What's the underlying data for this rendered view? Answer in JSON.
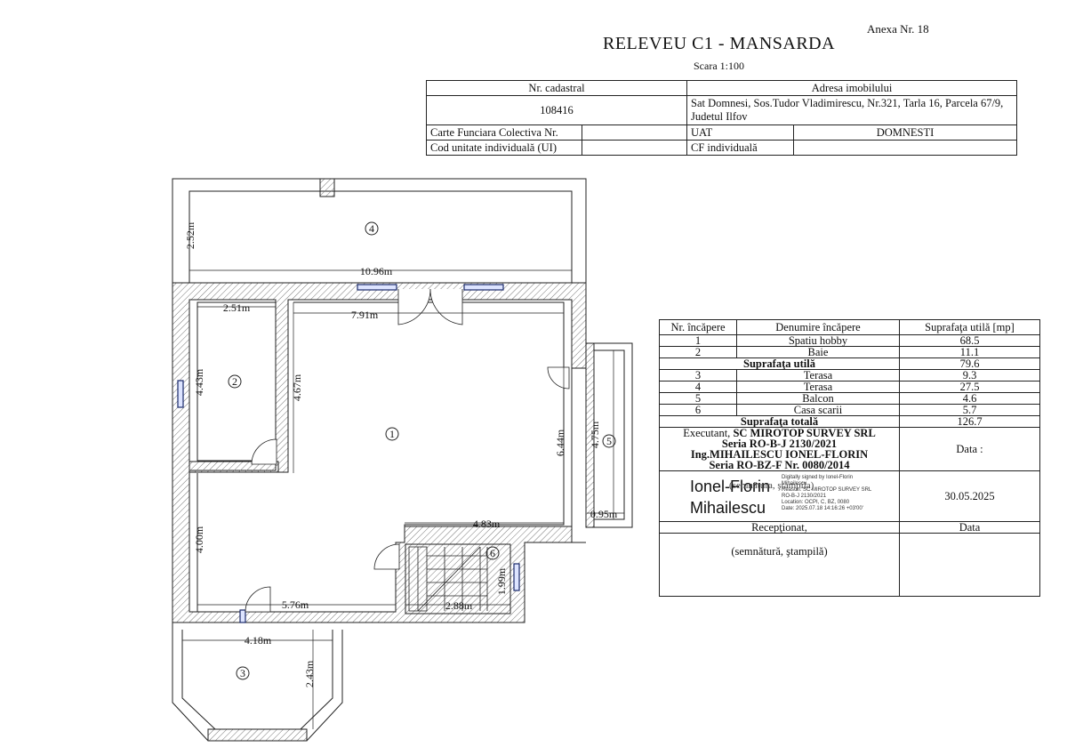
{
  "header": {
    "annex": "Anexa Nr. 18",
    "title": "RELEVEU C1 - MANSARDA",
    "scale": "Scara 1:100"
  },
  "info_table": {
    "cadastral_label": "Nr. cadastral",
    "cadastral_value": "108416",
    "address_label": "Adresa imobilului",
    "address_value": "Sat Domnesi, Sos.Tudor Vladimirescu, Nr.321, Tarla 16, Parcela 67/9, Judetul Ilfov",
    "cf_collective_label": "Carte Funciara Colectiva Nr.",
    "uat_label": "UAT",
    "uat_value": "DOMNESTI",
    "ui_label": "Cod unitate individuală (UI)",
    "cf_individual_label": "CF individuală"
  },
  "rooms_table": {
    "headers": [
      "Nr. încăpere",
      "Denumire încăpere",
      "Suprafaţa utilă [mp]"
    ],
    "rows_a": [
      {
        "nr": "1",
        "name": "Spatiu hobby",
        "area": "68.5"
      },
      {
        "nr": "2",
        "name": "Baie",
        "area": "11.1"
      }
    ],
    "useful_label": "Suprafaţa utilă",
    "useful_value": "79.6",
    "rows_b": [
      {
        "nr": "3",
        "name": "Terasa",
        "area": "9.3"
      },
      {
        "nr": "4",
        "name": "Terasa",
        "area": "27.5"
      },
      {
        "nr": "5",
        "name": "Balcon",
        "area": "4.6"
      },
      {
        "nr": "6",
        "name": "Casa scarii",
        "area": "5.7"
      }
    ],
    "total_label": "Suprafaţa totală",
    "total_value": "126.7",
    "executor_prefix": "Executant,",
    "executor_company": "SC MIROTOP SURVEY SRL",
    "executor_series": "Seria RO-B-J 2130/2021",
    "engineer": "Ing.MIHAILESCU IONEL-FLORIN",
    "engineer_series": "Seria RO-BZ-F Nr. 0080/2014",
    "date_label": "Data :",
    "signature_first": "Ionel-Florin",
    "signature_last": "Mihailescu",
    "signature_overlay": "(semnătura, ştampila)",
    "digital_sign": [
      "Digitally signed by Ionel-Florin",
      "Mihailescu",
      "Reason: SC MIROTOP SURVEY SRL",
      "RO-B-J 2130/2021",
      "Location: OCPI, C, BZ, 0080",
      "Date: 2025.07.18 14:16:26 +03'00'"
    ],
    "date_value": "30.05.2025",
    "received_label": "Recepţionat,",
    "received_date_label": "Data",
    "received_sign": "(semnătură, ştampilă)"
  },
  "plan": {
    "dims": {
      "d1": "2.52m",
      "d2": "10.96m",
      "d3": "2.51m",
      "d4": "7.91m",
      "d5": "4.43m",
      "d6": "4.67m",
      "d7": "6.44m",
      "d8": "4.75m",
      "d9": "4.83m",
      "d10": "0.95m",
      "d11": "4.00m",
      "d12": "5.76m",
      "d13": "1.99m",
      "d14": "2.88m",
      "d15": "4.18m",
      "d16": "2.43m"
    },
    "rooms": {
      "r1": "1",
      "r2": "2",
      "r3": "3",
      "r4": "4",
      "r5": "5",
      "r6": "6"
    }
  }
}
